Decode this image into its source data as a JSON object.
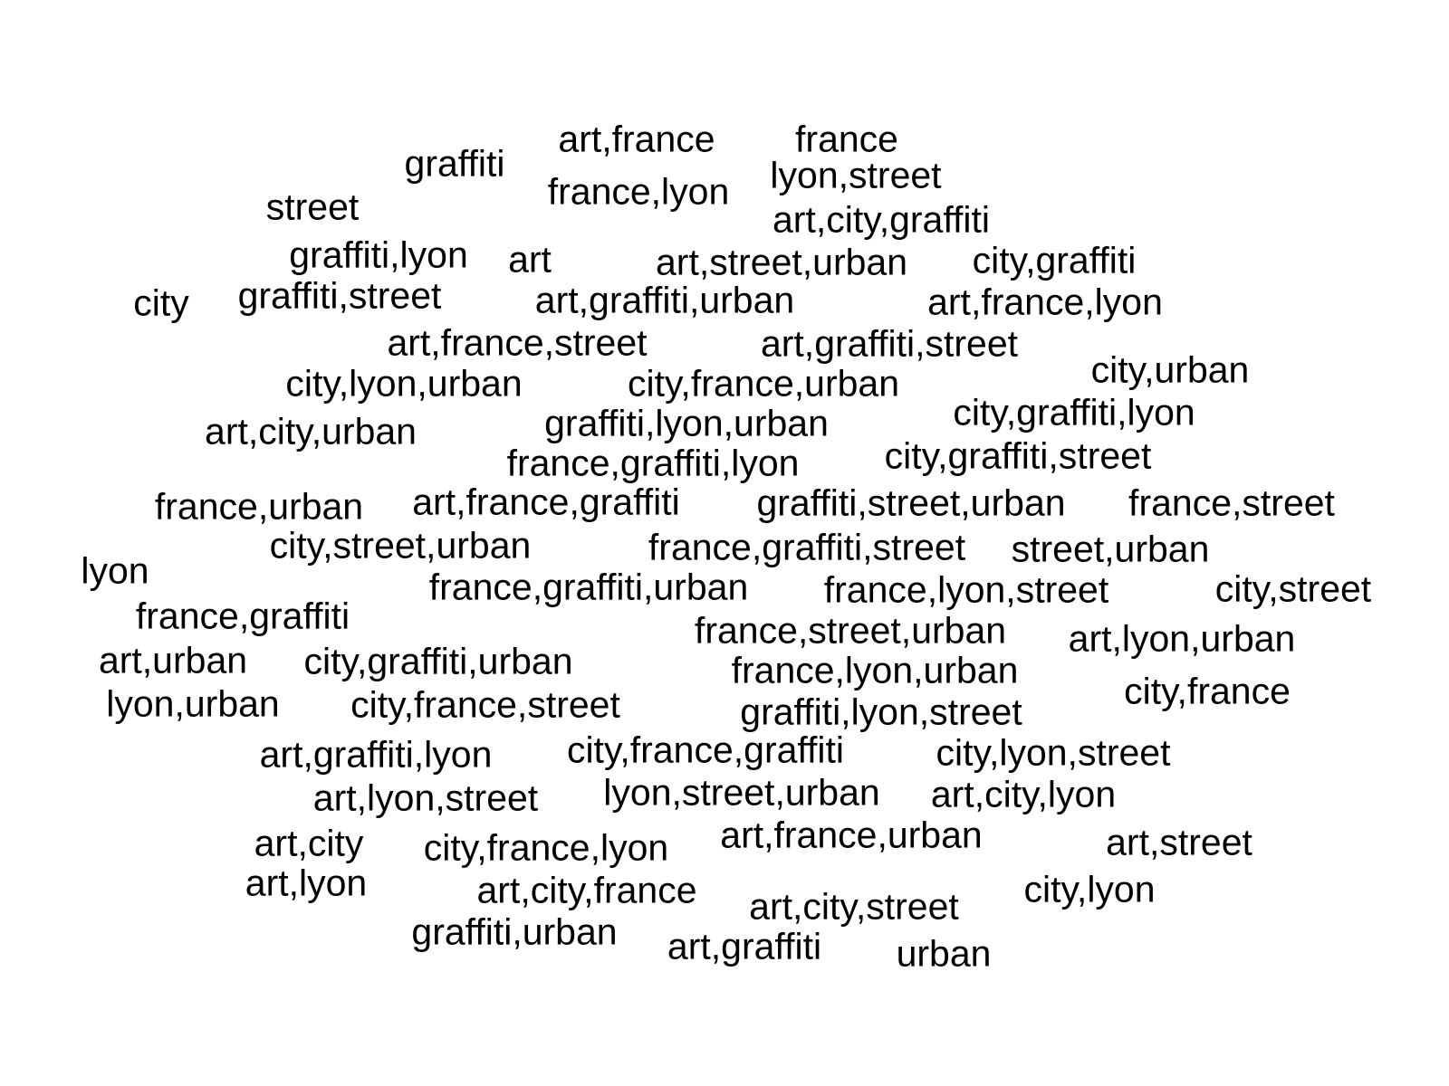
{
  "style": {
    "background": "#ffffff",
    "text_color": "#000000"
  },
  "tags": [
    "graffiti",
    "art,france",
    "france",
    "lyon,street",
    "france,lyon",
    "street",
    "art,city,graffiti",
    "graffiti,lyon",
    "art",
    "art,street,urban",
    "city,graffiti",
    "city",
    "graffiti,street",
    "art,graffiti,urban",
    "art,france,lyon",
    "art,france,street",
    "art,graffiti,street",
    "city,urban",
    "city,lyon,urban",
    "city,france,urban",
    "city,graffiti,lyon",
    "art,city,urban",
    "graffiti,lyon,urban",
    "france,graffiti,lyon",
    "city,graffiti,street",
    "france,urban",
    "art,france,graffiti",
    "graffiti,street,urban",
    "france,street",
    "city,street,urban",
    "france,graffiti,street",
    "street,urban",
    "lyon",
    "france,graffiti,urban",
    "france,lyon,street",
    "city,street",
    "france,graffiti",
    "france,street,urban",
    "art,lyon,urban",
    "art,urban",
    "city,graffiti,urban",
    "france,lyon,urban",
    "city,france",
    "lyon,urban",
    "city,france,street",
    "graffiti,lyon,street",
    "art,graffiti,lyon",
    "city,france,graffiti",
    "city,lyon,street",
    "art,lyon,street",
    "lyon,street,urban",
    "art,city,lyon",
    "art,city",
    "city,france,lyon",
    "art,france,urban",
    "art,street",
    "art,lyon",
    "art,city,france",
    "city,lyon",
    "art,city,street",
    "graffiti,urban",
    "art,graffiti",
    "urban"
  ]
}
